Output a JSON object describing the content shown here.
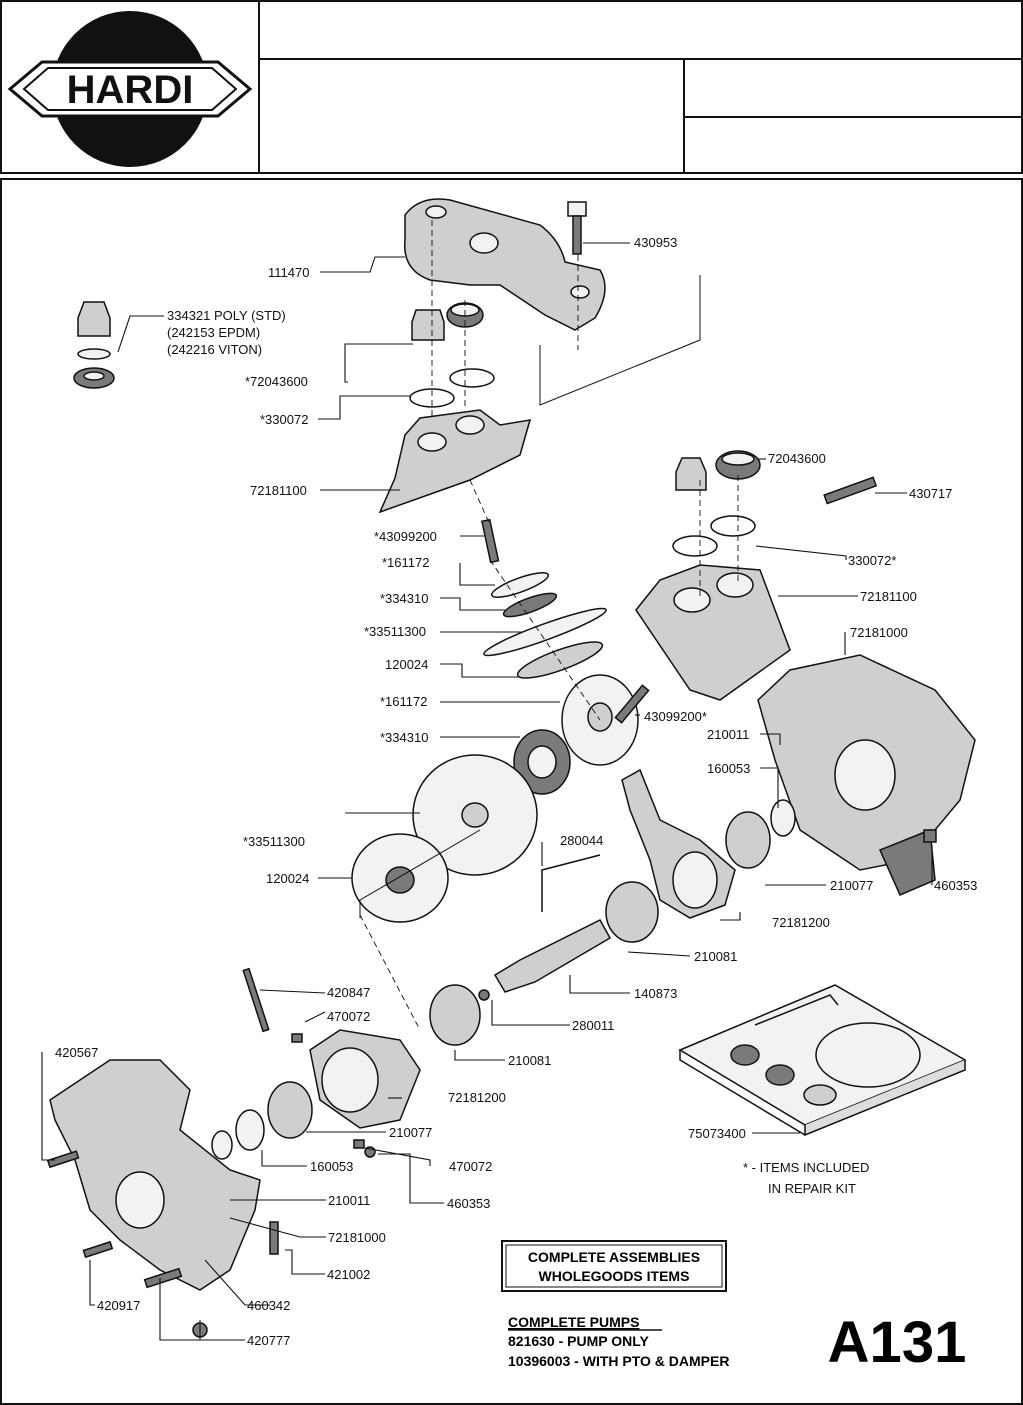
{
  "brand": {
    "logo_text": "HARDI"
  },
  "header_fields": {
    "title": "",
    "description": "",
    "ref_top": "",
    "ref_bottom": ""
  },
  "parts": {
    "p111470": "111470",
    "p430953": "430953",
    "p334321_a": "334321 POLY (STD)",
    "p334321_b": "(242153 EPDM)",
    "p334321_c": "(242216 VITON)",
    "p72043600_l": "*72043600",
    "p330072_l": "*330072",
    "p72181100_l": "72181100",
    "p43099200_l": "*43099200",
    "p161172_a": "*161172",
    "p334310_a": "*334310",
    "p33511300_a": "*33511300",
    "p120024_a": "120024",
    "p161172_b": "*161172",
    "p334310_b": "*334310",
    "p33511300_b": "*33511300",
    "p120024_b": "120024",
    "p72043600_r": "72043600",
    "p430717": "430717",
    "p330072_r": "330072*",
    "p72181100_r": "72181100",
    "p72181000_r": "72181000",
    "p43099200_r": "43099200*",
    "p210011_r": "210011",
    "p160053_r": "160053",
    "p280044": "280044",
    "p210077_r": "210077",
    "p460353_r": "460353",
    "p72181200_r": "72181200",
    "p210081_r": "210081",
    "p140873": "140873",
    "p420847": "420847",
    "p470072_a": "470072",
    "p280011": "280011",
    "p420567": "420567",
    "p210081_l": "210081",
    "p72181200_l": "72181200",
    "p210077_l": "210077",
    "p470072_b": "470072",
    "p160053_l": "160053",
    "p460353_l": "460353",
    "p210011_l": "210011",
    "p72181000_l": "72181000",
    "p421002": "421002",
    "p420917": "420917",
    "p460342": "460342",
    "p420777": "420777",
    "p75073400": "75073400"
  },
  "notes": {
    "repair_kit_line1": "* - ITEMS INCLUDED",
    "repair_kit_line2": "IN REPAIR KIT",
    "assemblies_line1": "COMPLETE ASSEMBLIES",
    "assemblies_line2": "WHOLEGOODS ITEMS",
    "pumps_heading": "COMPLETE PUMPS",
    "pump_only": "821630 - PUMP ONLY",
    "with_pto": "10396003 - WITH PTO & DAMPER",
    "page_code": "A131"
  }
}
